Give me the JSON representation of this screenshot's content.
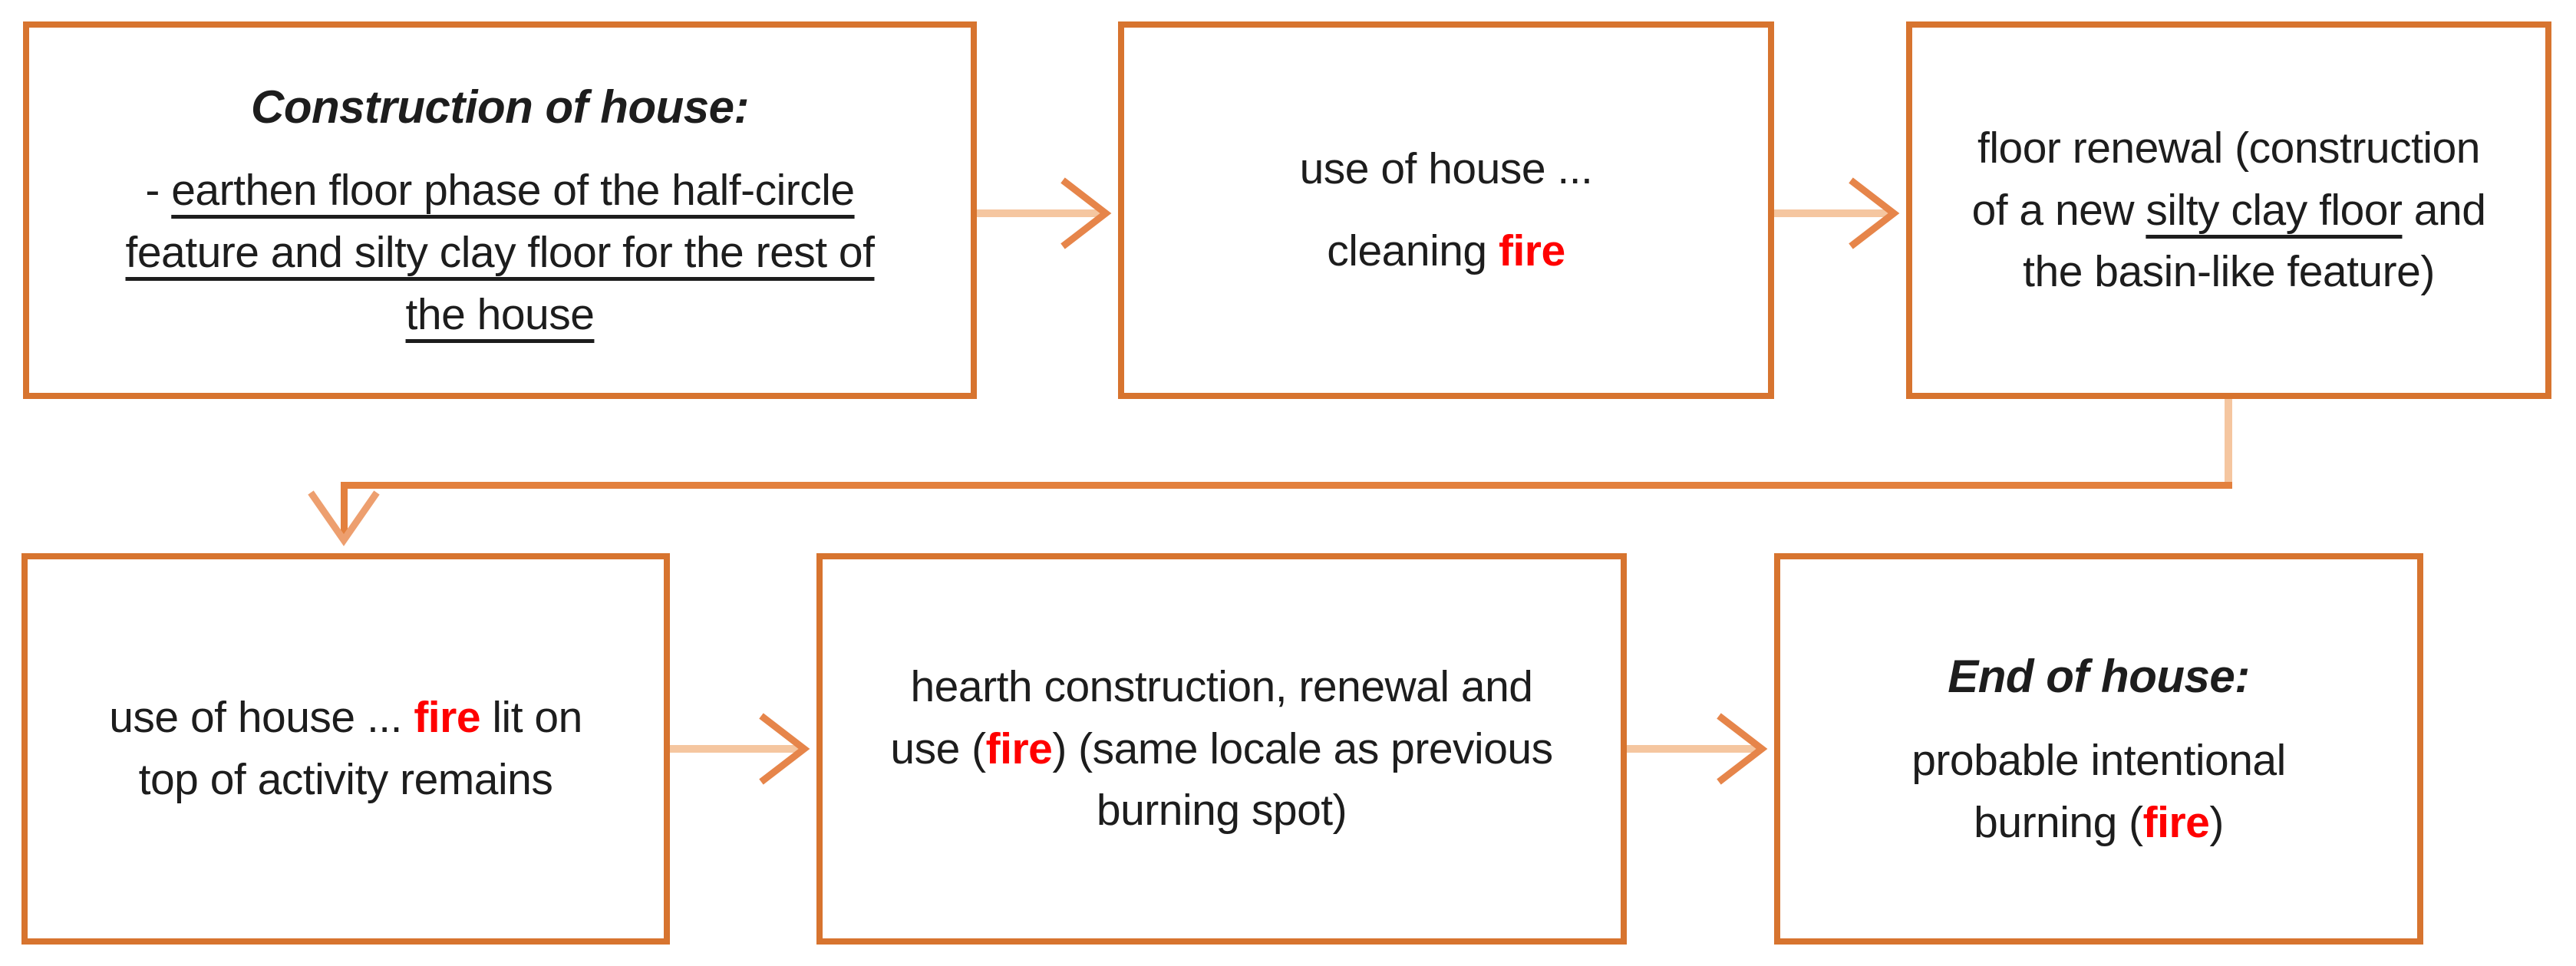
{
  "colors": {
    "box-border": "#d7742f",
    "arrow-line": "#f5c6a0",
    "arrow-head": "#e6854a",
    "elbow-line": "#e3803d",
    "elbow-drop": "#f5c6a0",
    "elbow-head": "#ed9f6f",
    "fire-red": "#ff0000",
    "text": "#1d1d1d",
    "background": "#ffffff"
  },
  "boxes": [
    {
      "name": "construction-of-house",
      "lines": [
        {
          "seg": [
            {
              "t": "Construction of house:",
              "s": "title"
            }
          ]
        },
        {
          "para": true,
          "seg": [
            {
              "t": "- ",
              "s": "p"
            },
            {
              "t": "earthen floor phase of the half-circle",
              "s": "u"
            }
          ]
        },
        {
          "seg": [
            {
              "t": "feature and silty clay floor for the rest of",
              "s": "u"
            }
          ]
        },
        {
          "seg": [
            {
              "t": "the house",
              "s": "u"
            }
          ]
        }
      ]
    },
    {
      "name": "use-of-house-cleaning-fire",
      "lines": [
        {
          "seg": [
            {
              "t": "use of house ...",
              "s": "p"
            }
          ]
        },
        {
          "para": true,
          "seg": [
            {
              "t": "cleaning ",
              "s": "p"
            },
            {
              "t": "fire",
              "s": "f"
            }
          ]
        }
      ]
    },
    {
      "name": "floor-renewal",
      "lines": [
        {
          "seg": [
            {
              "t": "floor renewal (construction",
              "s": "p"
            }
          ]
        },
        {
          "seg": [
            {
              "t": "of a new ",
              "s": "p"
            },
            {
              "t": "silty clay floor",
              "s": "u"
            },
            {
              "t": " and",
              "s": "p"
            }
          ]
        },
        {
          "seg": [
            {
              "t": "the basin-like feature)",
              "s": "p"
            }
          ]
        }
      ]
    },
    {
      "name": "use-of-house-fire-lit",
      "lines": [
        {
          "seg": [
            {
              "t": "use of house ... ",
              "s": "p"
            },
            {
              "t": "fire",
              "s": "f"
            },
            {
              "t": " lit on",
              "s": "p"
            }
          ]
        },
        {
          "seg": [
            {
              "t": "top of activity remains",
              "s": "p"
            }
          ]
        }
      ]
    },
    {
      "name": "hearth-construction",
      "lines": [
        {
          "seg": [
            {
              "t": "hearth construction, renewal and",
              "s": "p"
            }
          ]
        },
        {
          "seg": [
            {
              "t": "use (",
              "s": "p"
            },
            {
              "t": "fire",
              "s": "f"
            },
            {
              "t": ") (same locale as previous",
              "s": "p"
            }
          ]
        },
        {
          "seg": [
            {
              "t": "burning spot)",
              "s": "p"
            }
          ]
        }
      ]
    },
    {
      "name": "end-of-house",
      "lines": [
        {
          "seg": [
            {
              "t": "End of house:",
              "s": "title"
            }
          ]
        },
        {
          "para": true,
          "seg": [
            {
              "t": "probable intentional",
              "s": "p"
            }
          ]
        },
        {
          "seg": [
            {
              "t": "burning (",
              "s": "p"
            },
            {
              "t": "fire",
              "s": "f"
            },
            {
              "t": ")",
              "s": "p"
            }
          ]
        }
      ]
    }
  ],
  "edges": [
    {
      "from": "construction-of-house",
      "to": "use-of-house-cleaning-fire",
      "type": "straight"
    },
    {
      "from": "use-of-house-cleaning-fire",
      "to": "floor-renewal",
      "type": "straight"
    },
    {
      "from": "floor-renewal",
      "to": "use-of-house-fire-lit",
      "type": "elbow"
    },
    {
      "from": "use-of-house-fire-lit",
      "to": "hearth-construction",
      "type": "straight"
    },
    {
      "from": "hearth-construction",
      "to": "end-of-house",
      "type": "straight"
    }
  ]
}
